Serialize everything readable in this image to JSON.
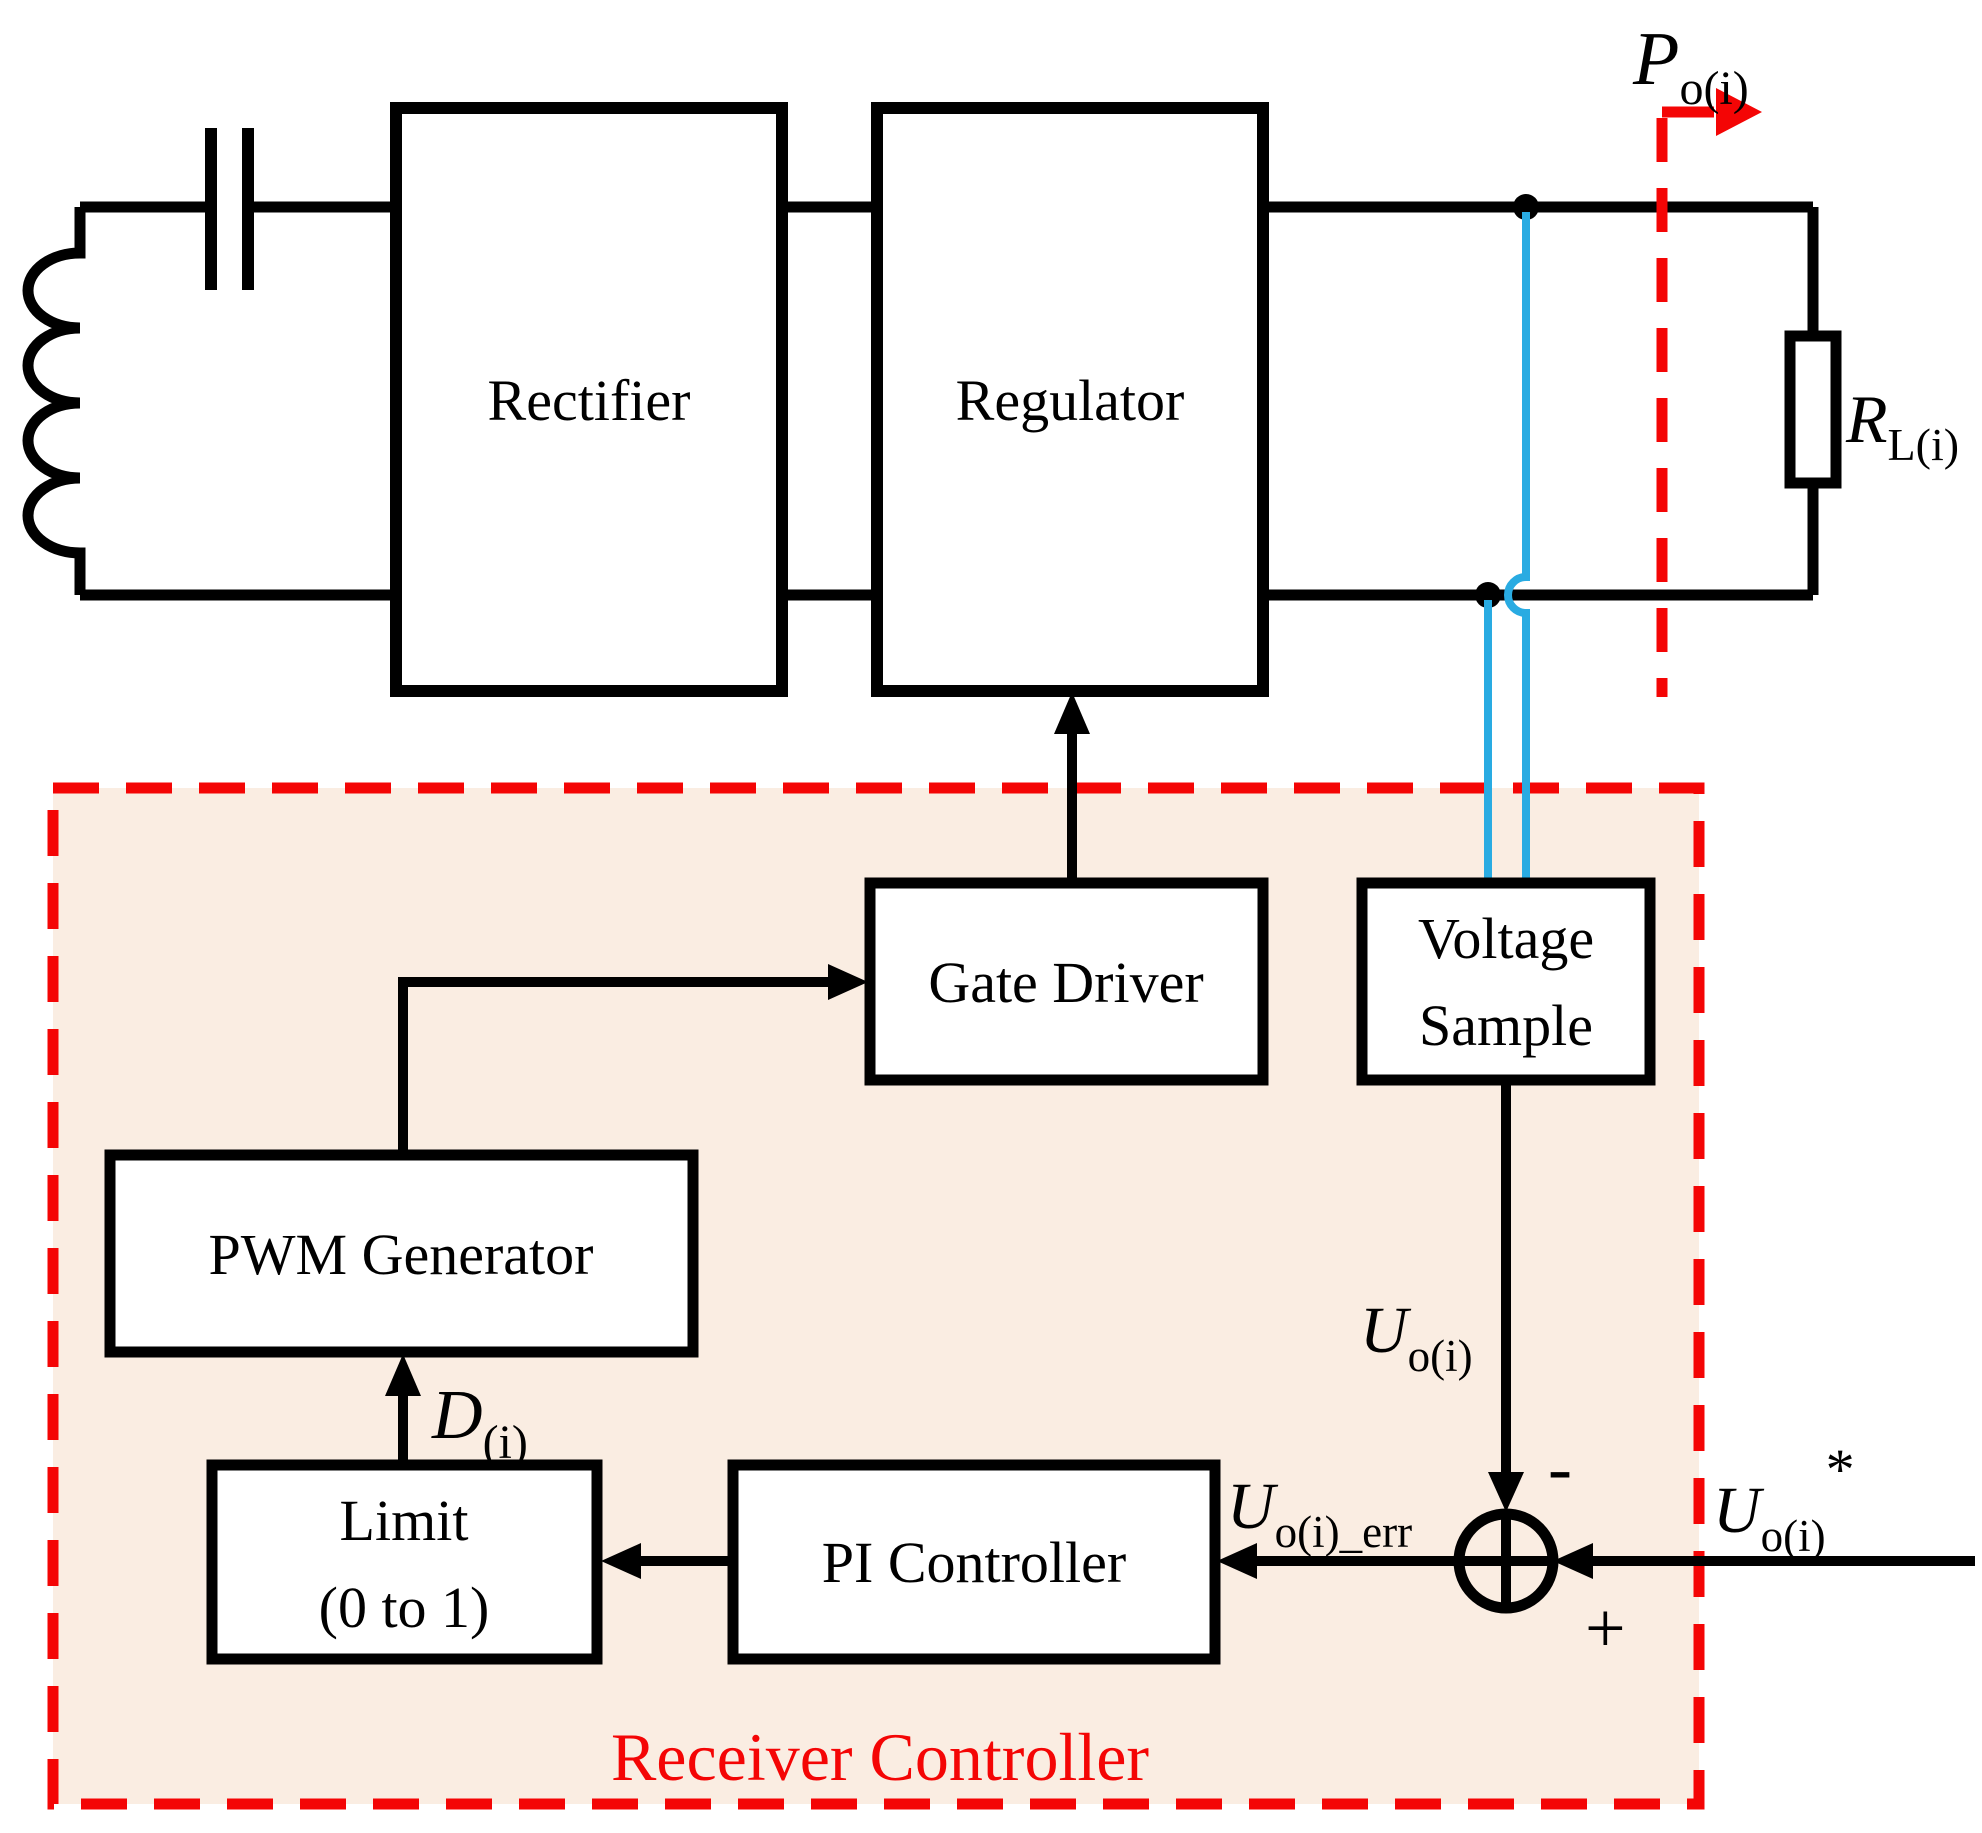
{
  "diagram": {
    "title_hint": "WPT receiver power stage with receiver controller",
    "colors": {
      "wire_black": "#000000",
      "accent_red": "#F40505",
      "sense_blue": "#29ABE2",
      "controller_fill": "#FAEDE2",
      "background": "#FFFFFF"
    }
  },
  "blocks": {
    "rectifier": "Rectifier",
    "regulator": "Regulator",
    "gate_driver": "Gate Driver",
    "voltage_sample_line1": "Voltage",
    "voltage_sample_line2": "Sample",
    "pwm_generator": "PWM Generator",
    "limit_line1": "Limit",
    "limit_line2": "(0 to 1)",
    "pi_controller": "PI Controller"
  },
  "labels": {
    "receiver_controller": "Receiver Controller",
    "p_out_main": "P",
    "p_out_sub": "o(i)",
    "r_load_main": "R",
    "r_load_sub": "L(i)",
    "u_out_main": "U",
    "u_out_sub": "o(i)",
    "u_err_main": "U",
    "u_err_sub": "o(i)_err",
    "u_ref_main": "U",
    "u_ref_sub": "o(i)",
    "u_ref_sup": "*",
    "duty_main": "D",
    "duty_sub": "(i)",
    "minus_sign": "-",
    "plus_sign": "+"
  }
}
